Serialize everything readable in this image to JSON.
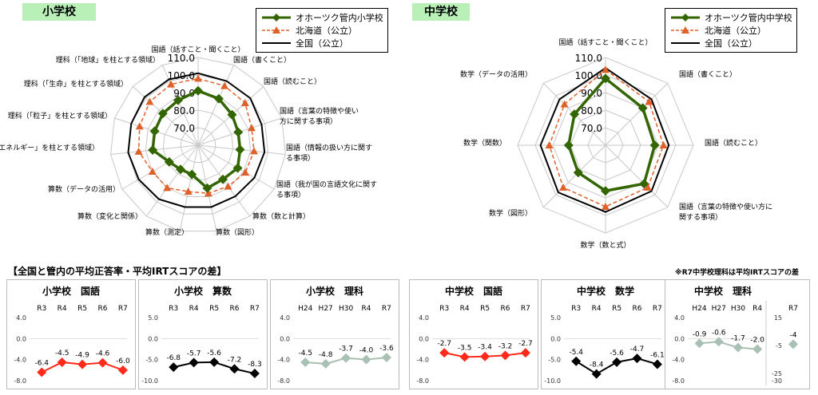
{
  "legend_elem": [
    "オホーツク管内小学校",
    "北海道（公立）",
    "全国（公立）"
  ],
  "legend_junior": [
    "オホーツク管内中学校",
    "北海道（公立）",
    "全国（公立）"
  ],
  "section_title": "【全国と管内の平均正答率・平均IRTスコアの差】",
  "note": "※R7中学校理科は平均IRTスコアの差",
  "colors": {
    "green": "#336600",
    "orange": "#e0602a",
    "black": "#000000",
    "red": "#ff2a1a",
    "gray": "#a9c1b4"
  },
  "chart_data": [
    {
      "type": "radar",
      "title": "小学校",
      "categories": [
        "国語（話すこと・聞くこと）",
        "国語（書くこと）",
        "国語（読むこと）",
        "国語（言葉の特徴や使い方に関する事項）",
        "国語（情報の扱い方に関する事項）",
        "国語（我が国の言語文化に関する事項）",
        "算数（数と計算）",
        "算数（図形）",
        "算数（測定）",
        "算数（変化と関係）",
        "算数（データの活用）",
        "理科（「エネルギー」を柱とする領域）",
        "理科（「粒子」を柱とする領域）",
        "理科（「生命」を柱とする領域）",
        "理科（「地球」を柱とする領域）"
      ],
      "rmin": 60,
      "rmax": 110,
      "ticks": [
        70.0,
        80.0,
        90.0,
        100.0,
        110.0
      ],
      "series": [
        {
          "name": "オホーツク管内小学校",
          "values": [
            91,
            89,
            86,
            84,
            84,
            86,
            84,
            85,
            77,
            77,
            79,
            86,
            86,
            87,
            88
          ]
        },
        {
          "name": "北海道（公立）",
          "values": [
            98,
            97,
            96,
            92,
            92,
            91,
            89,
            88,
            87,
            90,
            90,
            94,
            95,
            97,
            98
          ]
        },
        {
          "name": "全国（公立）",
          "values": [
            101,
            100,
            100,
            98,
            98,
            97,
            96,
            96,
            96,
            98,
            99,
            100,
            100,
            101,
            101
          ]
        }
      ]
    },
    {
      "type": "radar",
      "title": "中学校",
      "categories": [
        "国語（話すこと・聞くこと）",
        "国語（書くこと）",
        "国語（読むこと）",
        "国語（言葉の特徴や使い方に関する事項）",
        "数学（数と式）",
        "数学（図形）",
        "数学（関数）",
        "数学（データの活用）"
      ],
      "rmin": 60,
      "rmax": 110,
      "ticks": [
        70.0,
        80.0,
        90.0,
        100.0,
        110.0
      ],
      "series": [
        {
          "name": "オホーツク管内中学校",
          "values": [
            98,
            90,
            88,
            91,
            86,
            82,
            81,
            85
          ]
        },
        {
          "name": "北海道（公立）",
          "values": [
            103,
            95,
            93,
            94,
            95,
            94,
            92,
            93
          ]
        },
        {
          "name": "全国（公立）",
          "values": [
            104,
            97,
            96,
            97,
            98,
            98,
            97,
            97
          ]
        }
      ]
    },
    {
      "type": "line",
      "title": "小学校　国語",
      "categories": [
        "R3",
        "R4",
        "R5",
        "R6",
        "R7"
      ],
      "values": [
        -6.4,
        -4.5,
        -4.9,
        -4.6,
        -6.0
      ],
      "labels": [
        "-6.4",
        "-4.5",
        "-4.9",
        "-4.6",
        "-6.0"
      ],
      "ticks": [
        "4.0",
        "0.0",
        "-4.0",
        "-8.0"
      ],
      "ylim": [
        -8,
        4
      ],
      "color": "#ff2a1a"
    },
    {
      "type": "line",
      "title": "小学校　算数",
      "categories": [
        "R3",
        "R4",
        "R5",
        "R6",
        "R7"
      ],
      "values": [
        -6.8,
        -5.7,
        -5.6,
        -7.2,
        -8.3
      ],
      "labels": [
        "-6.8",
        "-5.7",
        "-5.6",
        "-7.2",
        "-8.3"
      ],
      "ticks": [
        "5.0",
        "0.0",
        "-5.0",
        "-10.0"
      ],
      "ylim": [
        -10,
        5
      ],
      "color": "#000000"
    },
    {
      "type": "line",
      "title": "小学校　理科",
      "categories": [
        "H24",
        "H27",
        "H30",
        "R4",
        "R7"
      ],
      "values": [
        -4.5,
        -4.8,
        -3.7,
        -4.0,
        -3.6
      ],
      "labels": [
        "-4.5",
        "-4.8",
        "-3.7",
        "-4.0",
        "-3.6"
      ],
      "ticks": [
        "4.0",
        "0.0",
        "-4.0",
        "-8.0"
      ],
      "ylim": [
        -8,
        4
      ],
      "color": "#a9c1b4"
    },
    {
      "type": "line",
      "title": "中学校　国語",
      "categories": [
        "R3",
        "R4",
        "R5",
        "R6",
        "R7"
      ],
      "values": [
        -2.7,
        -3.5,
        -3.4,
        -3.2,
        -2.7
      ],
      "labels": [
        "-2.7",
        "-3.5",
        "-3.4",
        "-3.2",
        "-2.7"
      ],
      "ticks": [
        "4.0",
        "0.0",
        "-4.0",
        "-8.0"
      ],
      "ylim": [
        -8,
        4
      ],
      "color": "#ff2a1a"
    },
    {
      "type": "line",
      "title": "中学校　数学",
      "categories": [
        "R3",
        "R4",
        "R5",
        "R6",
        "R7"
      ],
      "values": [
        -5.4,
        -8.4,
        -5.6,
        -4.7,
        -6.1
      ],
      "labels": [
        "-5.4",
        "-8.4",
        "-5.6",
        "-4.7",
        "-6.1"
      ],
      "ticks": [
        "5.0",
        "0.0",
        "-5.0",
        "-10.0"
      ],
      "ylim": [
        -10,
        5
      ],
      "color": "#000000"
    },
    {
      "type": "line",
      "title": "中学校　理科",
      "categories": [
        "H24",
        "H27",
        "H30",
        "R4"
      ],
      "values": [
        -0.9,
        -0.6,
        -1.7,
        -2.0
      ],
      "labels": [
        "-0.9",
        "-0.6",
        "-1.7",
        "-2.0"
      ],
      "ticks": [
        "4.0",
        "0.0",
        "-4.0",
        "-8.0"
      ],
      "ylim": [
        -8,
        4
      ],
      "color": "#a9c1b4",
      "extra": {
        "category": "R7",
        "value": -4,
        "label": "-4",
        "ticks": [
          "15",
          "-5",
          "-25",
          "-30"
        ],
        "ylim": [
          -30,
          15
        ]
      }
    }
  ]
}
